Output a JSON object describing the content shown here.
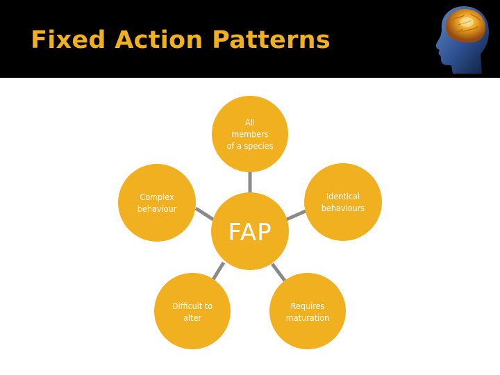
{
  "slide": {
    "title": "Fixed Action Patterns",
    "logo_icon": "brain-head-icon"
  },
  "diagram": {
    "center": {
      "label": "FAP"
    },
    "nodes": [
      {
        "id": "top",
        "label": "All\nmembers\nof a species"
      },
      {
        "id": "left",
        "label": "Complex\nbehaviour"
      },
      {
        "id": "right",
        "label": "Identical\nbehaviours"
      },
      {
        "id": "bottom-left",
        "label": "Difficult to\nalter"
      },
      {
        "id": "bottom-right",
        "label": "Requires\nmaturation"
      }
    ]
  },
  "colors": {
    "header_background": "#000000",
    "title": "#f0b020",
    "node_fill": "#f0b020",
    "connector": "#8a8a8a",
    "node_text": "#ffffff"
  }
}
